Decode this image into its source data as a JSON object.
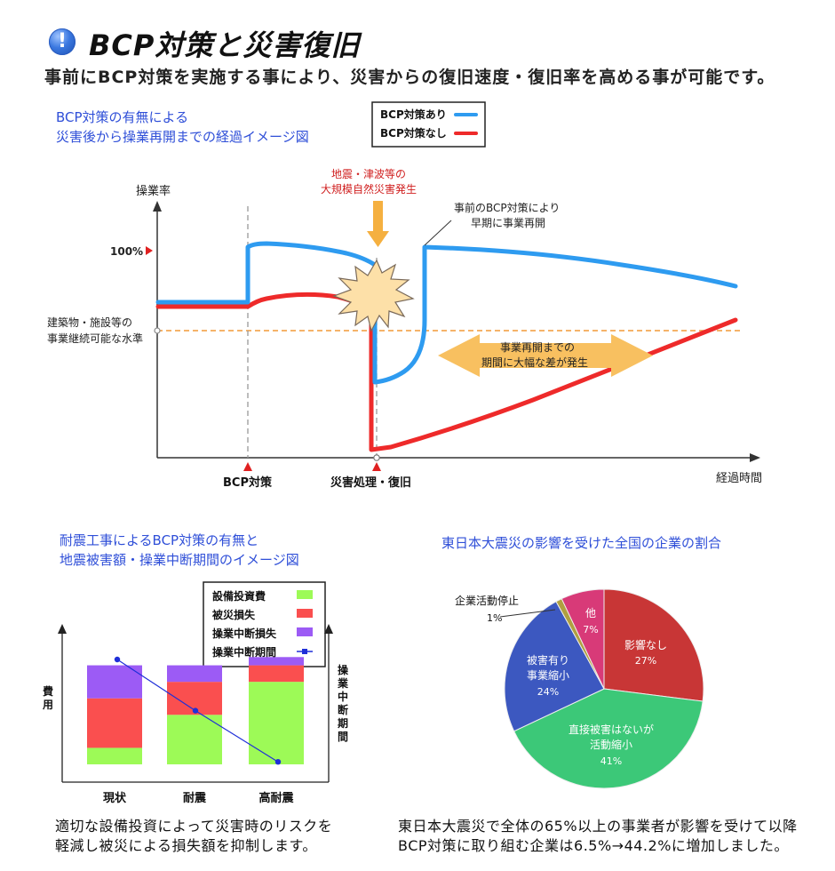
{
  "header": {
    "title": "BCP対策と災害復旧",
    "subtitle": "事前にBCP対策を実施する事により、災害からの復旧速度・復旧率を高める事が可能です。"
  },
  "top_chart": {
    "caption_line1": "BCP対策の有無による",
    "caption_line2": "災害後から操業再開までの経過イメージ図",
    "legend": [
      {
        "label": "BCP対策あり",
        "color": "#2e9bf0"
      },
      {
        "label": "BCP対策なし",
        "color": "#ee2a2a"
      }
    ],
    "y_axis_label": "操業率",
    "x_axis_label": "経過時間",
    "level_100": "100%",
    "threshold_label_line1": "建築物・施設等の",
    "threshold_label_line2": "事業継続可能な水準",
    "disaster_label_line1": "地震・津波等の",
    "disaster_label_line2": "大規模自然災害発生",
    "early_label_line1": "事前のBCP対策により",
    "early_label_line2": "早期に事業再開",
    "gap_label_line1": "事業再開までの",
    "gap_label_line2": "期間に大幅な差が発生",
    "marker_bcp": "BCP対策",
    "marker_recovery": "災害処理・復旧",
    "colors": {
      "with_bcp": "#2e9bf0",
      "without_bcp": "#ee2a2a",
      "threshold": "#f29a38",
      "arrow": "#f5b040"
    }
  },
  "bar_chart": {
    "caption_line1": "耐震工事によるBCP対策の有無と",
    "caption_line2": "地震被害額・操業中断期間のイメージ図",
    "y_left_label": "費用",
    "y_right_label": "操業中断期間",
    "legend": [
      {
        "label": "設備投資費",
        "color": "#9dfa57"
      },
      {
        "label": "被災損失",
        "color": "#fa4f4f"
      },
      {
        "label": "操業中断損失",
        "color": "#9c5bf5"
      },
      {
        "label": "操業中断期間",
        "color": "#1f2fd8"
      }
    ],
    "chart_data": {
      "type": "bar",
      "stacked": true,
      "categories": [
        "現状",
        "耐震",
        "高耐震"
      ],
      "series": [
        {
          "name": "設備投資費",
          "values": [
            20,
            60,
            100
          ]
        },
        {
          "name": "被災損失",
          "values": [
            60,
            40,
            20
          ]
        },
        {
          "name": "操業中断損失",
          "values": [
            40,
            20,
            10
          ]
        }
      ],
      "line": {
        "name": "操業中断期間",
        "values": [
          100,
          55,
          10
        ]
      },
      "ylim": [
        0,
        140
      ]
    },
    "footer_line1": "適切な設備投資によって災害時のリスクを",
    "footer_line2": "軽減し被災による損失額を抑制します。"
  },
  "pie_chart": {
    "caption": "東日本大震災の影響を受けた全国の企業の割合",
    "chart_data": {
      "type": "pie",
      "slices": [
        {
          "label": "影響なし",
          "value": 27,
          "color": "#c83636"
        },
        {
          "label": "直接被害はないが 活動縮小",
          "value": 41,
          "color": "#3cc878"
        },
        {
          "label": "被害有り 事業縮小",
          "value": 24,
          "color": "#3c58c0"
        },
        {
          "label": "企業活動停止",
          "value": 1,
          "color": "#b0a040"
        },
        {
          "label": "他",
          "value": 7,
          "color": "#d83a78"
        }
      ]
    },
    "labels": {
      "none_1": "影響なし",
      "none_pct": "27%",
      "shrink_1": "直接被害はないが",
      "shrink_2": "活動縮小",
      "shrink_pct": "41%",
      "damage_1": "被害有り",
      "damage_2": "事業縮小",
      "damage_pct": "24%",
      "stop_1": "企業活動停止",
      "stop_pct": "1%",
      "other_1": "他",
      "other_pct": "7%"
    },
    "footer_line1": "東日本大震災で全体の65%以上の事業者が影響を受けて以降",
    "footer_line2": "BCP対策に取り組む企業は6.5%→44.2%に増加しました。"
  }
}
